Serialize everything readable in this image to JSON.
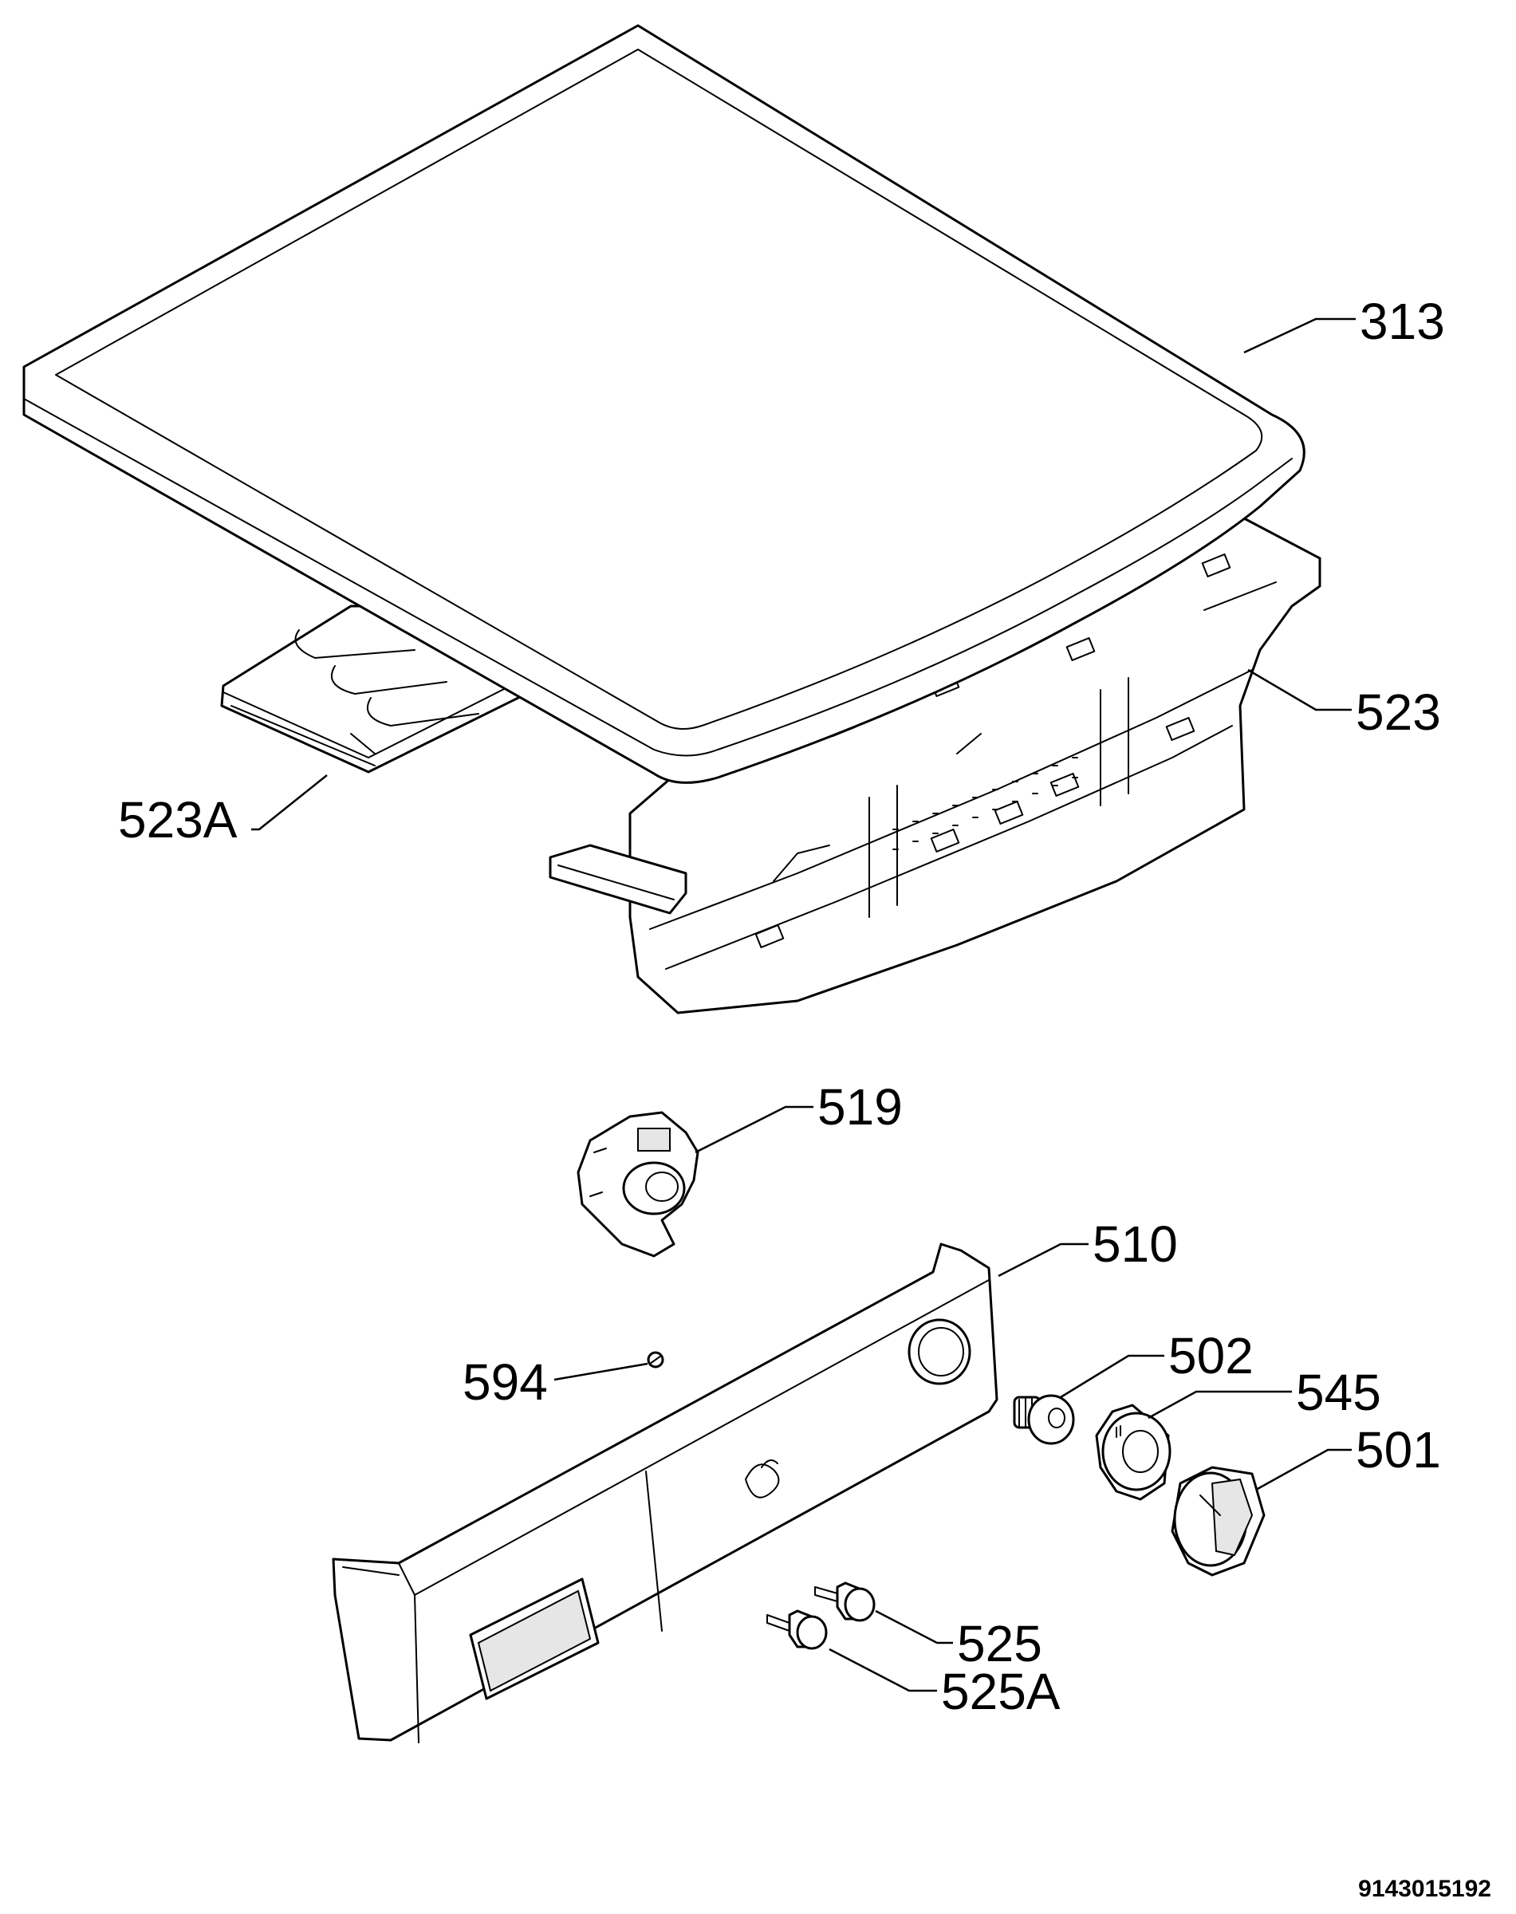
{
  "labels": {
    "p313": "313",
    "p523": "523",
    "p523A": "523A",
    "p519": "519",
    "p510": "510",
    "p594": "594",
    "p502": "502",
    "p545": "545",
    "p501": "501",
    "p525": "525",
    "p525A": "525A"
  },
  "document_code": "9143015192"
}
